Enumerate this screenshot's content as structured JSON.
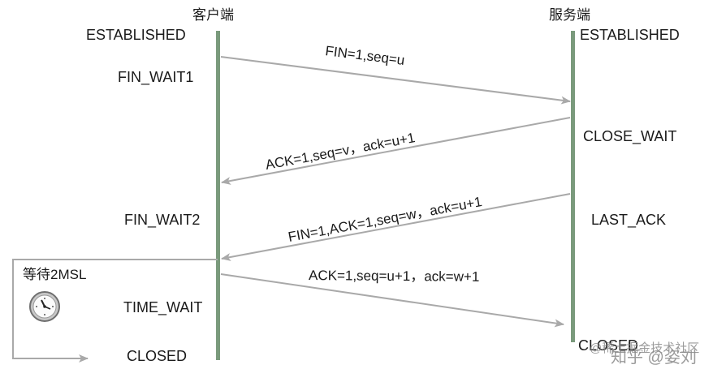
{
  "client": {
    "title": "客户端",
    "states": [
      "ESTABLISHED",
      "FIN_WAIT1",
      "FIN_WAIT2",
      "TIME_WAIT",
      "CLOSED"
    ]
  },
  "server": {
    "title": "服务端",
    "states": [
      "ESTABLISHED",
      "CLOSE_WAIT",
      "LAST_ACK",
      "CLOSED"
    ]
  },
  "messages": [
    "FIN=1,seq=u",
    "ACK=1,seq=v，ack=u+1",
    "FIN=1,ACK=1,seq=w，ack=u+1",
    "ACK=1,seq=u+1，ack=w+1"
  ],
  "time_wait": {
    "label": "等待2MSL",
    "icon": "clock-icon"
  },
  "watermark": "知乎 @姿刘",
  "watermark2": "@稀土掘金技术社区",
  "colors": {
    "lifeline": "#7a9a7c",
    "arrow": "#a9a9a9",
    "text": "#1a1a1a"
  }
}
